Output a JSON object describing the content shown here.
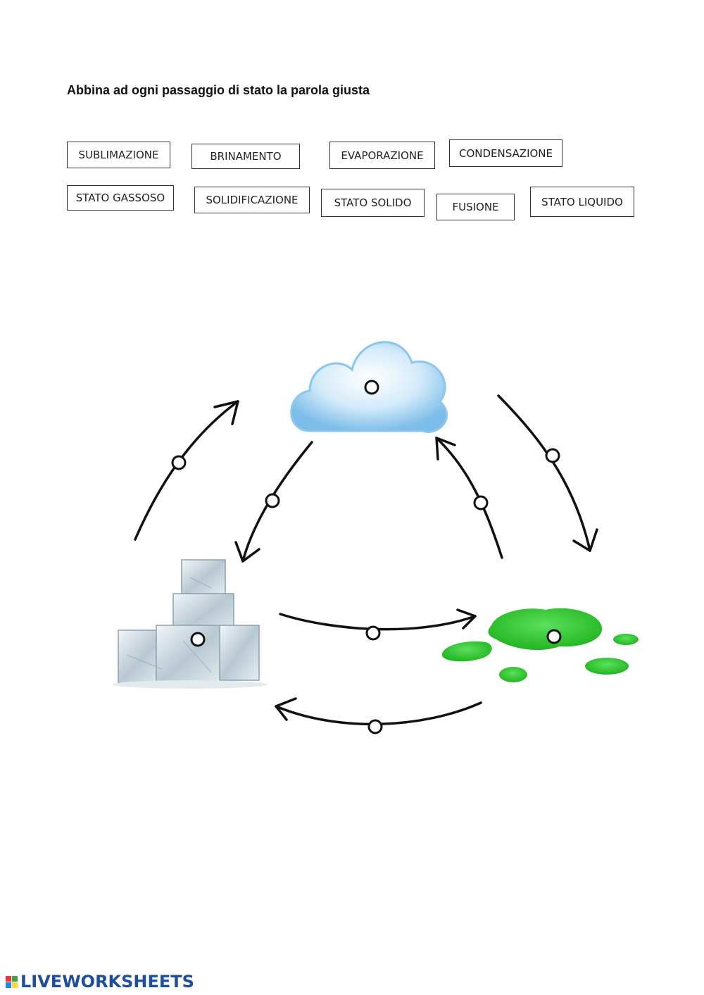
{
  "instruction": "Abbina ad ogni passaggio di stato la parola giusta",
  "word_bank": [
    "SUBLIMAZIONE",
    "BRINAMENTO",
    "EVAPORAZIONE",
    "CONDENSAZIONE",
    "STATO GASSOSO",
    "SOLIDIFICAZIONE",
    "STATO SOLIDO",
    "FUSIONE",
    "STATO LIQUIDO"
  ],
  "colors": {
    "cloud": "#a9d6f3",
    "cloud_edge": "#6fb5e6",
    "ice": "#c9d6de",
    "liquid": "#33cc33",
    "arrow": "#111111",
    "brand_blue": "#1e4f9c"
  },
  "icons": {
    "gas": "cloud-icon",
    "solid": "ice-cubes-icon",
    "liquid": "liquid-puddle-icon"
  },
  "footer": {
    "brand": "LIVEWORKSHEETS"
  }
}
